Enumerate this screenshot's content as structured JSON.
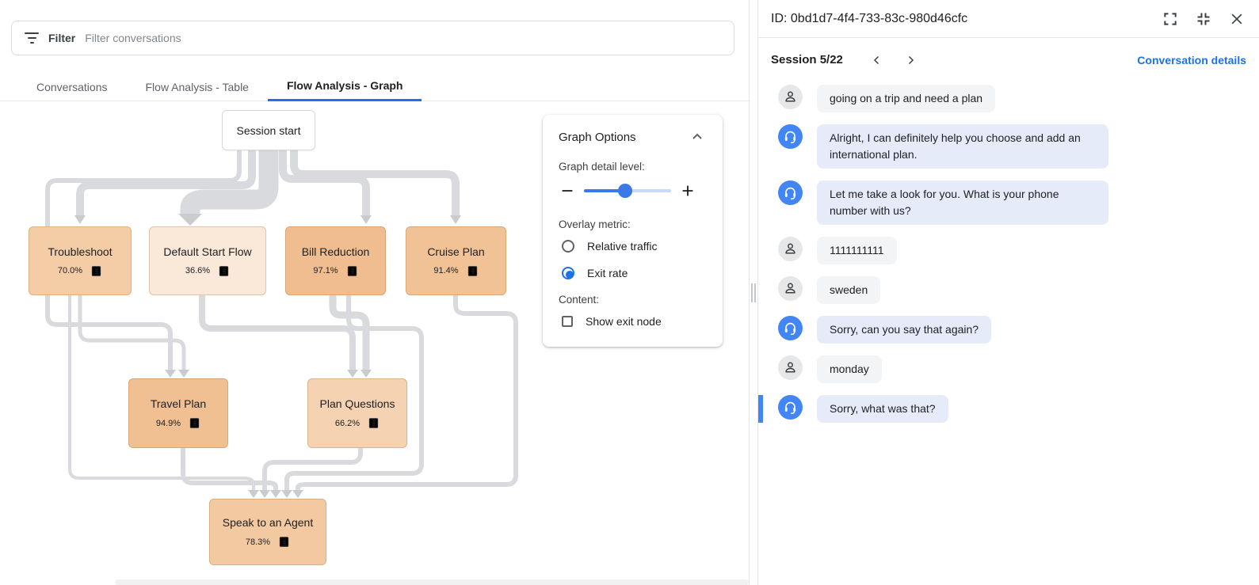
{
  "filter": {
    "label": "Filter",
    "placeholder": "Filter conversations"
  },
  "tabs": [
    {
      "label": "Conversations"
    },
    {
      "label": "Flow Analysis - Table"
    },
    {
      "label": "Flow Analysis - Graph"
    }
  ],
  "graph": {
    "start_label": "Session start",
    "nodes": [
      {
        "label": "Troubleshoot",
        "exit_rate": "70.0%",
        "color": "#f4cda6"
      },
      {
        "label": "Default Start Flow",
        "exit_rate": "36.6%",
        "color": "#fae8d8"
      },
      {
        "label": "Bill Reduction",
        "exit_rate": "97.1%",
        "color": "#efbd90"
      },
      {
        "label": "Cruise Plan",
        "exit_rate": "91.4%",
        "color": "#f0c295"
      },
      {
        "label": "Travel Plan",
        "exit_rate": "94.9%",
        "color": "#f0c093"
      },
      {
        "label": "Plan Questions",
        "exit_rate": "66.2%",
        "color": "#f5d2b1"
      },
      {
        "label": "Speak to an Agent",
        "exit_rate": "78.3%",
        "color": "#f3c9a2"
      }
    ]
  },
  "graph_options": {
    "title": "Graph Options",
    "detail_label": "Graph detail level:",
    "slider_fill": "47%",
    "overlay_label": "Overlay metric:",
    "radio_relative": "Relative traffic",
    "radio_exit": "Exit rate",
    "selected_radio": "Exit rate",
    "content_label": "Content:",
    "checkbox_label": "Show exit node",
    "checkbox_checked": false
  },
  "panel": {
    "id_title": "ID: 0bd1d7-4f4-733-83c-980d46cfc",
    "session_label": "Session 5/22",
    "details_link": "Conversation details",
    "messages": [
      {
        "role": "user",
        "text": "going on a trip and need a plan"
      },
      {
        "role": "agent",
        "text": "Alright, I can definitely help you choose and add an international plan."
      },
      {
        "role": "agent",
        "text": "Let me take a look for you. What is your phone number with us?"
      },
      {
        "role": "user",
        "text": "1111111111"
      },
      {
        "role": "user",
        "text": "sweden"
      },
      {
        "role": "agent",
        "text": "Sorry, can you say that again?"
      },
      {
        "role": "user",
        "text": "monday"
      },
      {
        "role": "agent",
        "text": "Sorry, what was that?",
        "highlighted": true
      }
    ]
  },
  "colors": {
    "accent_blue": "#1a73e8",
    "agent_avatar": "#4285f4",
    "edge_gray": "#d9dadd"
  }
}
